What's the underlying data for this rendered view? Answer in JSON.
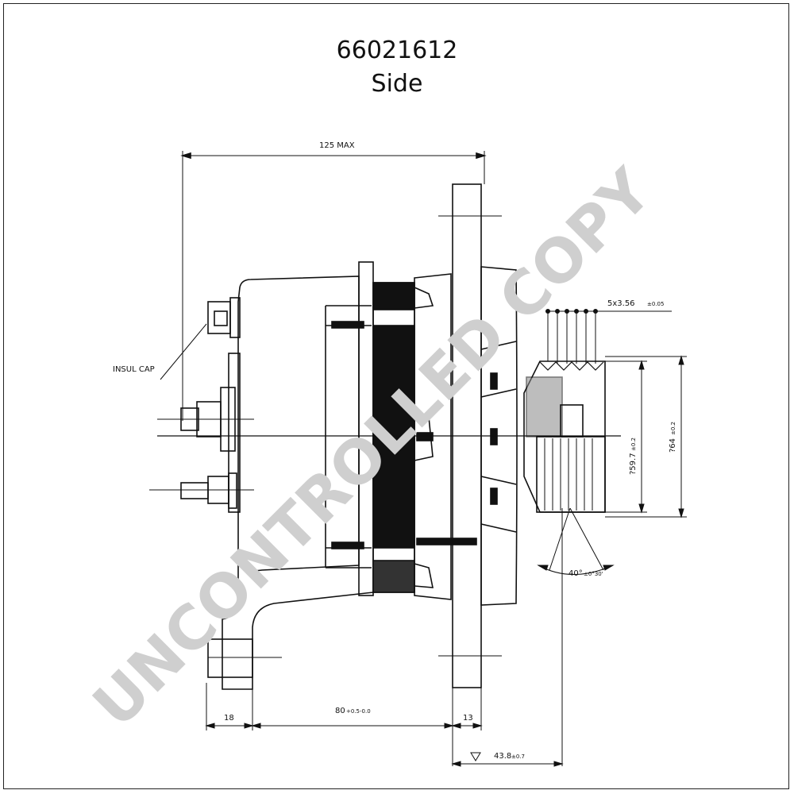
{
  "header": {
    "part_number": "66021612",
    "view": "Side"
  },
  "watermark": "UNCONTROLLED COPY",
  "labels": {
    "insul_cap": "INSUL CAP"
  },
  "dimensions": {
    "overall_length": "125 MAX",
    "groove_spec": "5x3.56",
    "groove_tol": "±0.05",
    "pulley_inner_dia": "?59.7",
    "pulley_inner_tol": "±0.2",
    "pulley_outer_dia": "?64",
    "pulley_outer_tol": "±0.2",
    "groove_angle": "40°",
    "groove_angle_tol": "±0°30'",
    "mount_width": "18",
    "body_length": "80",
    "body_length_tol": "+0.5-0.0",
    "flange_thickness": "13",
    "pulley_offset": "43.8",
    "pulley_offset_tol": "±0.7"
  },
  "colors": {
    "line": "#111111",
    "watermark": "#cfcfcf"
  }
}
